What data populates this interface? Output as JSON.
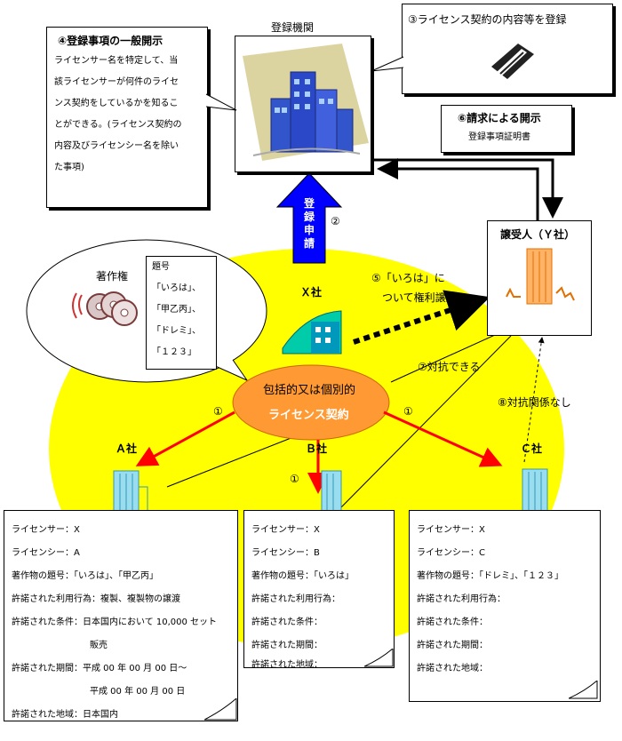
{
  "registry": {
    "title": "登録機関"
  },
  "note3": {
    "text": "③ライセンス契約の内容等を登録"
  },
  "note4": {
    "title": "④登録事項の一般開示",
    "lines": [
      "ライセンサー名を特定して、当",
      "該ライセンサーが何件のライセ",
      "ンス契約をしているかを知るこ",
      "とができる。(ライセンス契約の",
      "内容及びライセンシー名を除い",
      "た事項)"
    ]
  },
  "note6": {
    "title": "⑥請求による開示",
    "sub": "登録事項証明書"
  },
  "registration_arrow": {
    "label": "登録申請",
    "num": "②"
  },
  "assignee": {
    "label": "譲受人（Ｙ社）"
  },
  "xsha": {
    "label": "Ｘ社"
  },
  "transfer": {
    "line1": "⑤「いろは」に",
    "line2": "ついて権利譲渡"
  },
  "copyright": {
    "label": "著作権",
    "titles_head": "題号",
    "titles": [
      "「いろは」、",
      "「甲乙丙」、",
      "「ドレミ」、",
      "「１２３」"
    ]
  },
  "contract": {
    "line1": "包括的又は個別的",
    "line2": "ライセンス契約"
  },
  "num1": "①",
  "oppose_ok": "⑦対抗できる",
  "oppose_none": "⑧対抗関係なし",
  "companies": {
    "a": "Ａ社",
    "b": "Ｂ社",
    "c": "Ｃ社"
  },
  "cards": {
    "a": {
      "licensor": "ライセンサー：X",
      "licensee": "ライセンシー：A",
      "title": "著作物の題号：「いろは」、「甲乙丙」",
      "use": "許諾された利用行為：複製、複製物の譲渡",
      "cond1": "許諾された条件：日本国内において 10,000 セット",
      "cond2": "販売",
      "period1": "許諾された期間：平成 00 年 00 月 00 日～",
      "period2": "平成 00 年 00 月 00 日",
      "region": "許諾された地域：日本国内"
    },
    "b": {
      "licensor": "ライセンサー：X",
      "licensee": "ライセンシー：B",
      "title": "著作物の題号：「いろは」",
      "use": "許諾された利用行為：",
      "cond": "許諾された条件：",
      "period": "許諾された期間：",
      "region": "許諾された地域："
    },
    "c": {
      "licensor": "ライセンサー：X",
      "licensee": "ライセンシー：C",
      "title": "著作物の題号：「ドレミ」、「１２３」",
      "use": "許諾された利用行為：",
      "cond": "許諾された条件：",
      "period": "許諾された期間：",
      "region": "許諾された地域："
    }
  }
}
